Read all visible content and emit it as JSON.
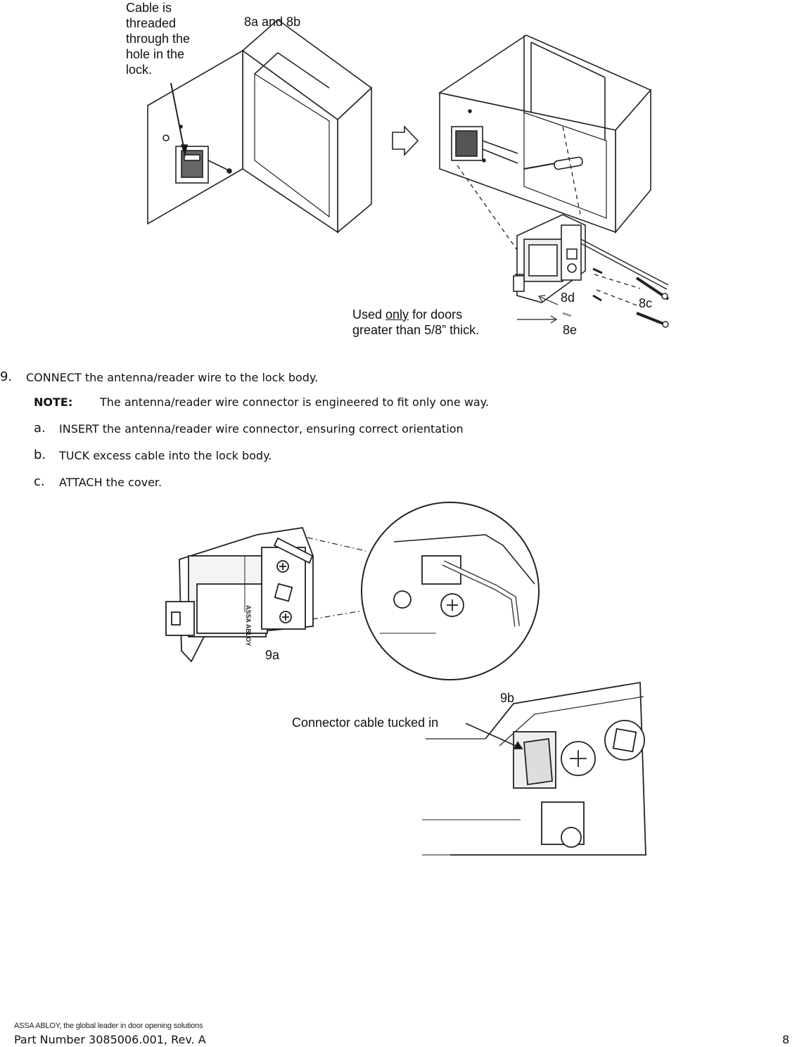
{
  "figure8": {
    "cable_note": [
      "Cable is",
      "threaded",
      "through the",
      "hole in the",
      "lock."
    ],
    "label_8ab": "8a and 8b",
    "label_8c": "8c",
    "label_8d": "8d",
    "label_8e": "8e",
    "used_prefix": "Used ",
    "used_only": "only",
    "used_suffix": " for doors",
    "used_line2": "greater than 5/8” thick."
  },
  "step9": {
    "number": "9.",
    "text": "CONNECT the antenna/reader wire to the lock body.",
    "note_label": "NOTE:",
    "note_text": "The antenna/reader wire connector is engineered to fit only one way.",
    "substeps": [
      {
        "letter": "a.",
        "text": "INSERT the antenna/reader wire connector, ensuring correct orientation"
      },
      {
        "letter": "b.",
        "text": "TUCK excess cable into the lock body."
      },
      {
        "letter": "c.",
        "text": "ATTACH the cover."
      }
    ]
  },
  "figure9": {
    "label_9a": "9a",
    "label_9b": "9b",
    "connector_note": "Connector cable tucked in",
    "brand_mark": "ASSA ABLOY"
  },
  "footer": {
    "brand": "ASSA ABLOY, the global leader in door opening solutions",
    "part": "Part Number 3085006.001, Rev. A",
    "page": "8"
  }
}
